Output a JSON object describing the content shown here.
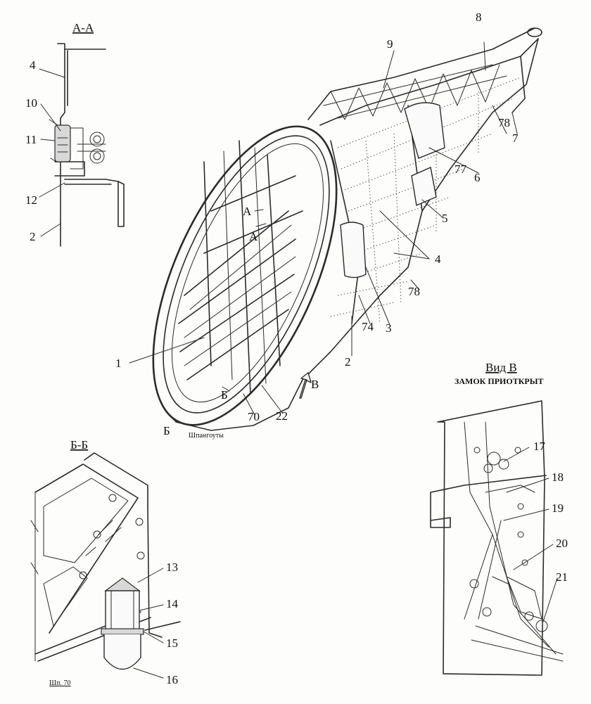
{
  "sections": {
    "aa": {
      "title": "А-А"
    },
    "bb": {
      "title": "Б-Б",
      "frame_label": "Шп. 70"
    },
    "vid_v": {
      "title": "Вид В",
      "subtitle": "ЗАМОК ПРИОТКРЫТ"
    }
  },
  "main": {
    "frames_caption": "Шпангоуты",
    "view_arrow": "В",
    "section_marks": [
      "А",
      "А",
      "Б",
      "Б"
    ]
  },
  "callouts": {
    "n1": "1",
    "n2": "2",
    "n3": "3",
    "n4": "4",
    "n5": "5",
    "n6": "6",
    "n7": "7",
    "n8": "8",
    "n9": "9",
    "n10": "10",
    "n11": "11",
    "n12": "12",
    "n13": "13",
    "n14": "14",
    "n15": "15",
    "n16": "16",
    "n17": "17",
    "n18": "18",
    "n19": "19",
    "n20": "20",
    "n21": "21",
    "n22": "22",
    "n70": "70",
    "n74": "74",
    "n77": "77",
    "n78": "78"
  }
}
